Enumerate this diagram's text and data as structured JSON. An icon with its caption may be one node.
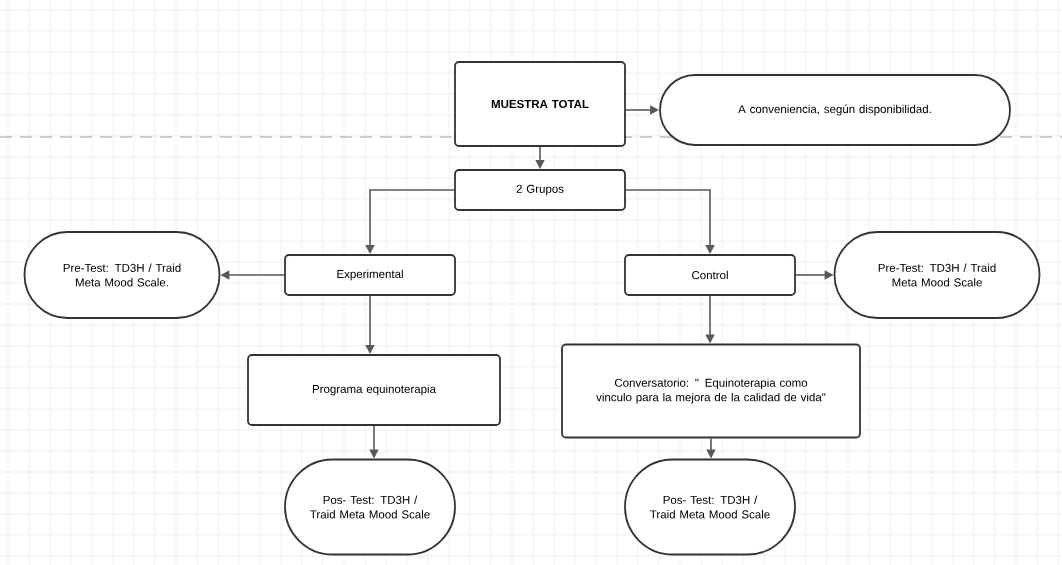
{
  "diagram": {
    "nodes": [
      {
        "text": [
          "MUESTRA TOTAL"
        ]
      },
      {
        "text": [
          "A conveniencia, según disponibilidad."
        ]
      },
      {
        "text": [
          "2 Grupos"
        ]
      },
      {
        "text": [
          "Experimental"
        ]
      },
      {
        "text": [
          "Control"
        ]
      },
      {
        "text": [
          "Pre-Test: TD3H / Traid Meta Mood Scale."
        ]
      },
      {
        "text": [
          "Pre-Test: TD3H / Traid Meta Mood Scale"
        ]
      },
      {
        "text": [
          "Programa equinoterapia"
        ]
      },
      {
        "text": [
          "Conversatorio: \" Equinoterapia como vinculo para la mejora de la calidad de vida\""
        ]
      },
      {
        "text": [
          "Pos- Test: TD3H / Traid Meta Mood Scale"
        ]
      },
      {
        "text": [
          "Pos- Test: TD3H / Traid Meta Mood Scale"
        ]
      }
    ],
    "edges": [
      {
        "from": 0,
        "to": 1,
        "arrow": "to"
      },
      {
        "from": 0,
        "to": 2,
        "arrow": "to"
      },
      {
        "from": 2,
        "to": 3,
        "arrow": "to"
      },
      {
        "from": 2,
        "to": 4,
        "arrow": "to"
      },
      {
        "from": 3,
        "to": 5,
        "arrow": "to"
      },
      {
        "from": 4,
        "to": 6,
        "arrow": "to"
      },
      {
        "from": 3,
        "to": 7,
        "arrow": "to"
      },
      {
        "from": 4,
        "to": 8,
        "arrow": "to"
      },
      {
        "from": 7,
        "to": 9,
        "arrow": "to"
      },
      {
        "from": 8,
        "to": 10,
        "arrow": "to"
      }
    ]
  }
}
